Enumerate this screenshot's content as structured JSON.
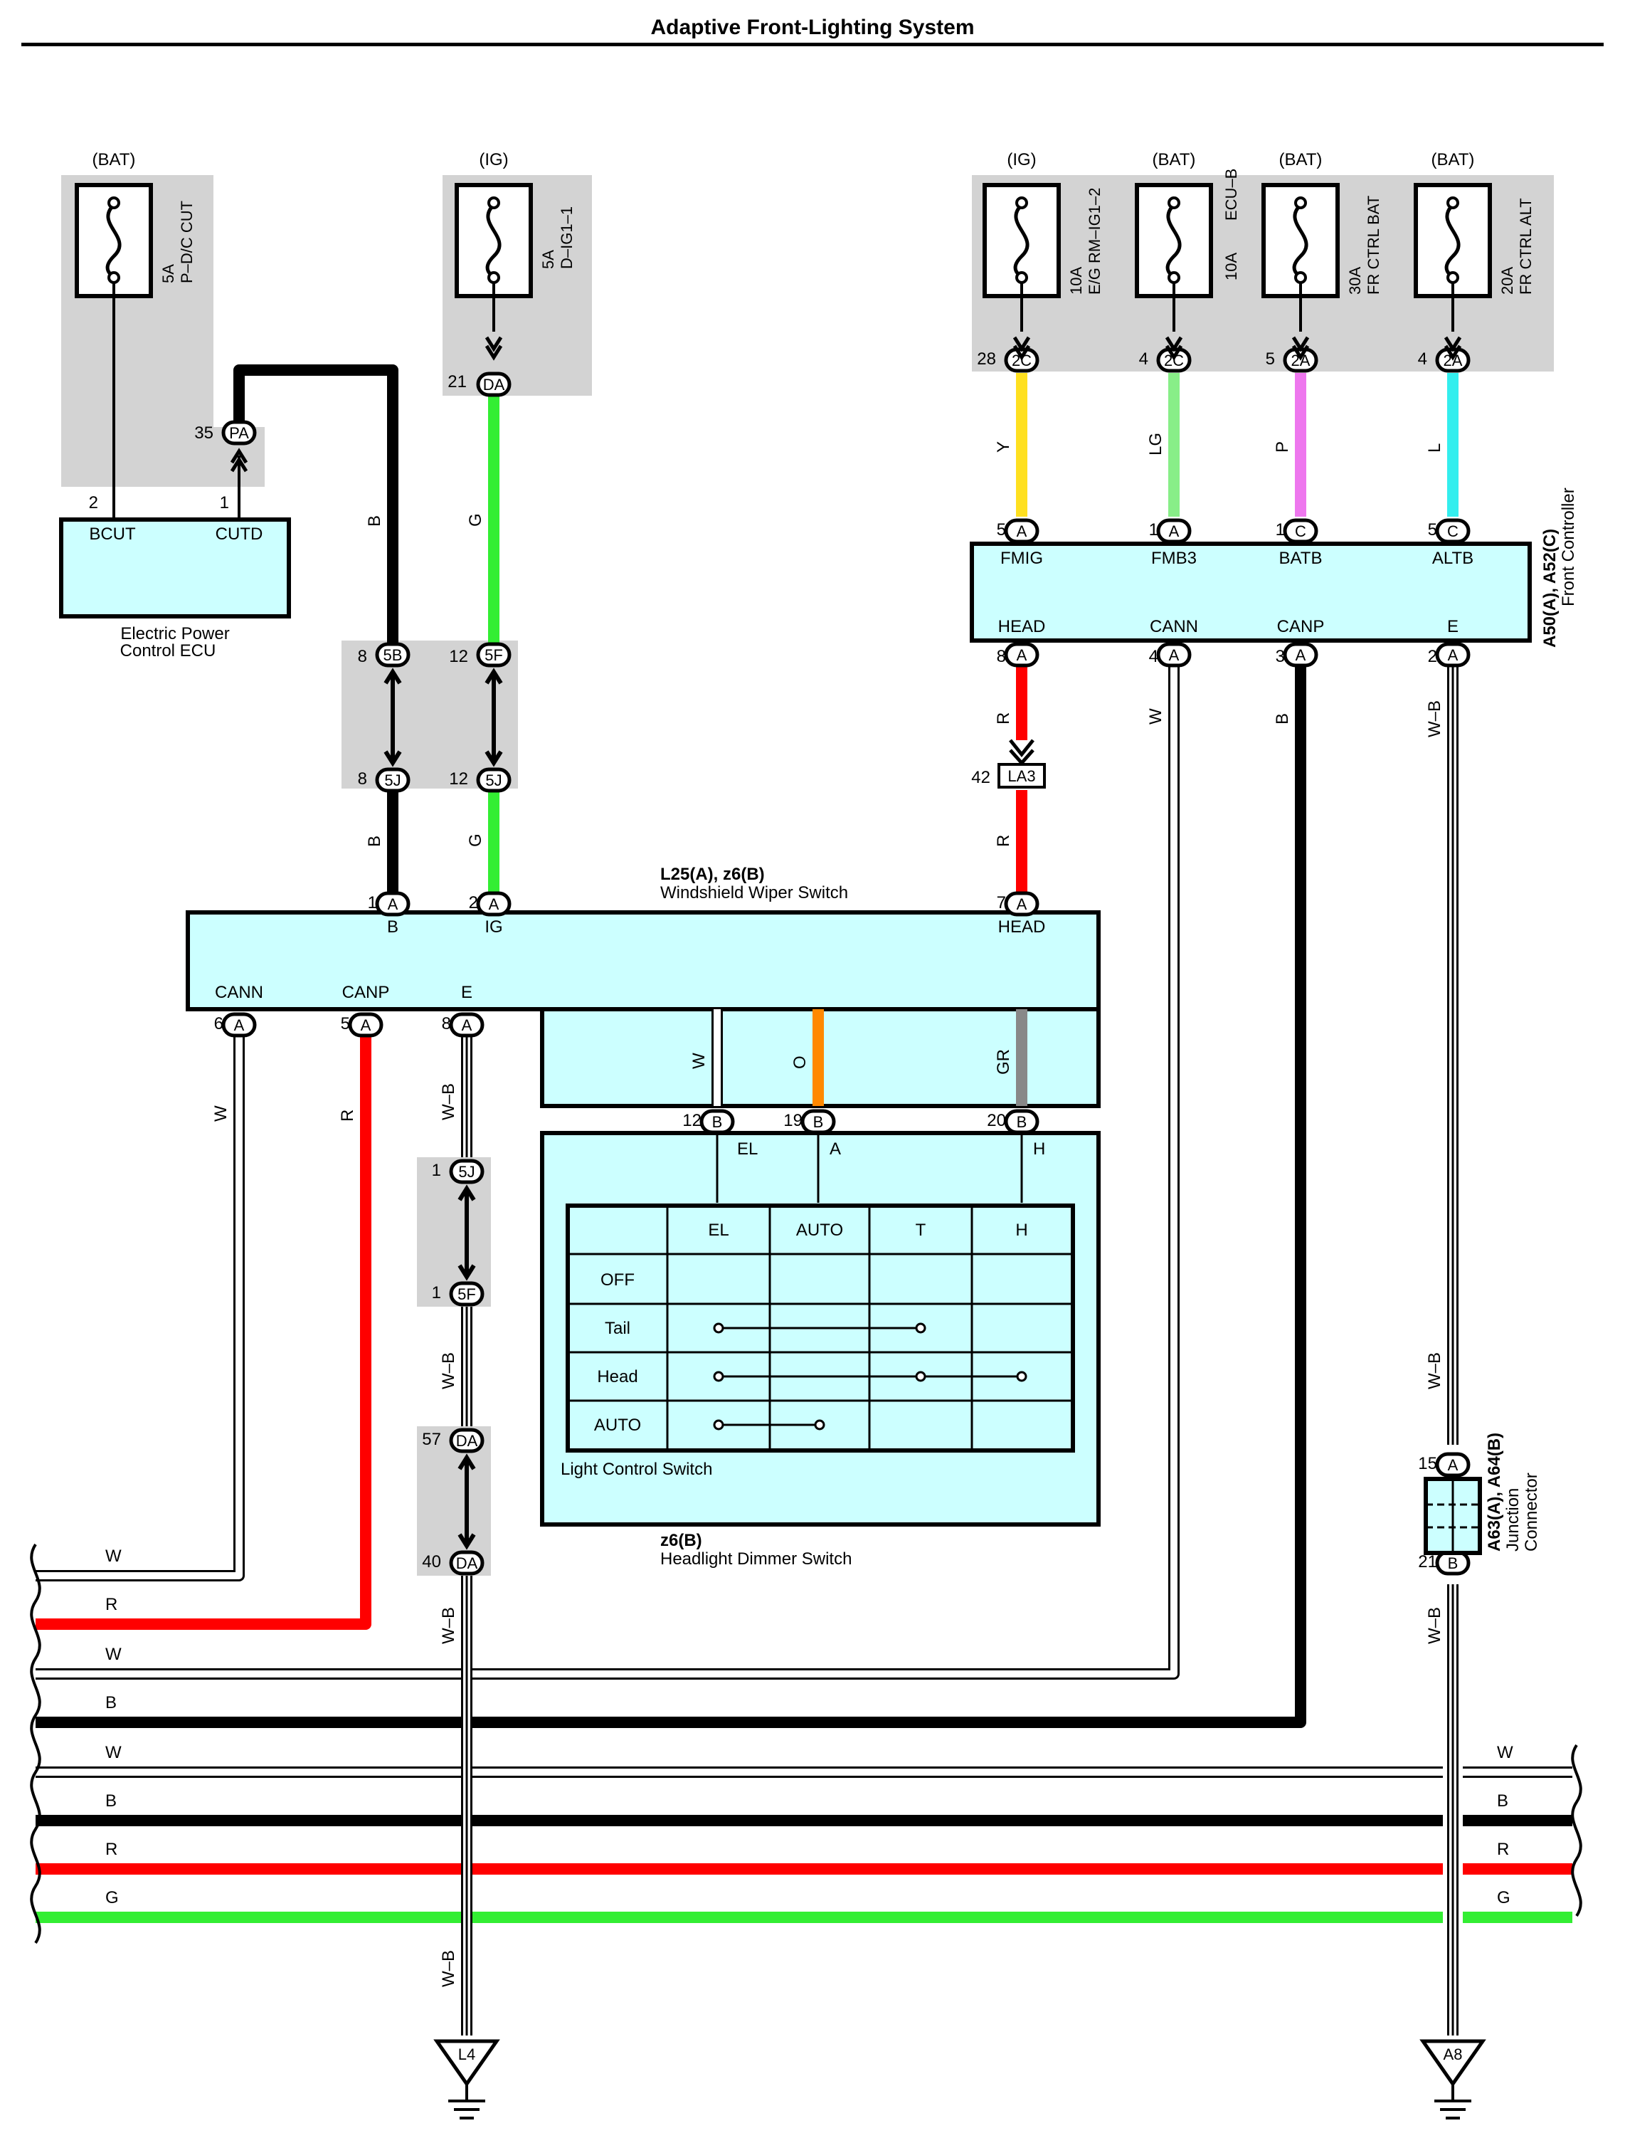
{
  "title": "Adaptive Front-Lighting System",
  "colors": {
    "gray_box": "#d3d3d3",
    "cyan_box": "#ccffff",
    "B": "#000000",
    "W": "#ffffff",
    "R": "#ff0000",
    "G": "#33ee33",
    "Y": "#ffe020",
    "LG": "#88ee88",
    "P": "#ee77ee",
    "L": "#33eeee",
    "O": "#ff8800",
    "GR": "#888888"
  },
  "fuses": [
    {
      "supply": "(BAT)",
      "rating": "5A",
      "name": "P–D/C CUT"
    },
    {
      "supply": "(IG)",
      "rating": "5A",
      "name": "D–IG1–1"
    },
    {
      "supply": "(IG)",
      "rating": "10A",
      "name": "E/G RM–IG1–2"
    },
    {
      "supply": "(BAT)",
      "rating": "10A",
      "name": "ECU–B"
    },
    {
      "supply": "(BAT)",
      "rating": "30A",
      "name": "FR CTRL BAT"
    },
    {
      "supply": "(BAT)",
      "rating": "20A",
      "name": "FR CTRL ALT"
    }
  ],
  "components": {
    "epc_ecu": {
      "line1": "Electric Power",
      "line2": "Control ECU",
      "pin_bcut": "BCUT",
      "pin_cutd": "CUTD",
      "num_bcut": "2",
      "num_cutd": "1"
    },
    "front_controller": {
      "code": "A50(A), A52(C)",
      "name": "Front Controller",
      "pins_top": [
        "FMIG",
        "FMB3",
        "BATB",
        "ALTB"
      ],
      "pins_bottom": [
        "HEAD",
        "CANN",
        "CANP",
        "E"
      ]
    },
    "wiper_switch": {
      "code": "L25(A), z6(B)",
      "name": "Windshield Wiper Switch",
      "pins_top": [
        "B",
        "IG",
        "HEAD"
      ],
      "pins_bottom": [
        "CANN",
        "CANP",
        "E"
      ]
    },
    "dimmer_switch": {
      "code": "z6(B)",
      "name": "Headlight Dimmer Switch",
      "pins": [
        "EL",
        "A",
        "H"
      ]
    },
    "light_control_switch": {
      "name": "Light Control Switch",
      "columns": [
        "EL",
        "AUTO",
        "T",
        "H"
      ],
      "rows": [
        "OFF",
        "Tail",
        "Head",
        "AUTO"
      ]
    },
    "junction_connector": {
      "code": "A63(A), A64(B)",
      "line1": "Junction",
      "line2": "Connector"
    }
  },
  "connectors": {
    "PA": "PA",
    "DA": "DA",
    "2C": "2C",
    "2A": "2A",
    "A": "A",
    "C": "C",
    "B": "B",
    "5B": "5B",
    "5F": "5F",
    "5J": "5J",
    "LA3": "LA3"
  },
  "pin_numbers": {
    "pa": "35",
    "da21": "21",
    "fc_fmig_top": "28",
    "fc_fmb3_top": "4",
    "fc_batb_top": "5",
    "fc_altb_top": "4",
    "fc_fmig": "5",
    "fc_fmb3": "1",
    "fc_batb": "1",
    "fc_altb": "5",
    "fc_head": "8",
    "fc_cann": "4",
    "fc_canp": "3",
    "fc_e": "2",
    "j5b": "8",
    "j5f": "12",
    "j5j_b": "8",
    "j5j_g": "12",
    "la3": "42",
    "ws_b": "1",
    "ws_ig": "2",
    "ws_head": "7",
    "ws_cann": "6",
    "ws_canp": "5",
    "ws_e": "8",
    "dim_el": "12",
    "dim_a": "19",
    "dim_h": "20",
    "j5j_lower": "1",
    "j5f_lower": "1",
    "da57": "57",
    "da40": "40",
    "jc_a": "15",
    "jc_b": "21"
  },
  "wires": {
    "B": "B",
    "G": "G",
    "Y": "Y",
    "LG": "LG",
    "P": "P",
    "L": "L",
    "R": "R",
    "W": "W",
    "WB": "W–B",
    "O": "O",
    "GR": "GR"
  },
  "bus_labels": [
    "W",
    "R",
    "W",
    "B",
    "W",
    "B",
    "R",
    "G"
  ],
  "bus_right_labels": [
    "W",
    "B",
    "R",
    "G"
  ],
  "grounds": [
    "L4",
    "A8"
  ]
}
